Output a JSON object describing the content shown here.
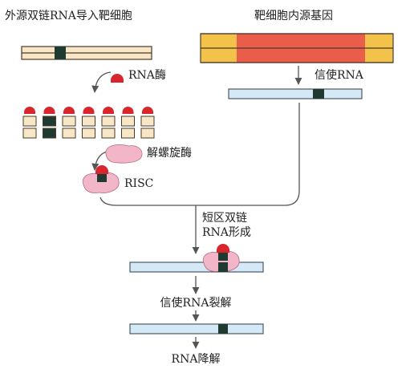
{
  "title_left": "外源双链RNA导入靶细胞",
  "title_right": "靶细胞内源基因",
  "label_rnase": "RNA酶",
  "label_helicase": "解螺旋酶",
  "label_risc": "RISC",
  "label_mrna": "信使RNA",
  "label_short_ds_line1": "短区双链",
  "label_short_ds_line2": "RNA形成",
  "label_cleavage": "信使RNA裂解",
  "label_degradation": "RNA降解",
  "colors": {
    "dsrna_fill": "#f8e7c6",
    "dsrna_stroke": "#4a3a2a",
    "target_block": "#1f3a30",
    "gene_yellow": "#f2c24a",
    "gene_red": "#ea5d4a",
    "mrna_fill": "#d5e8f6",
    "mrna_stroke": "#3a4b5a",
    "enzyme_red": "#d8262c",
    "helicase_pink": "#f3b6c8",
    "line": "#555555"
  }
}
